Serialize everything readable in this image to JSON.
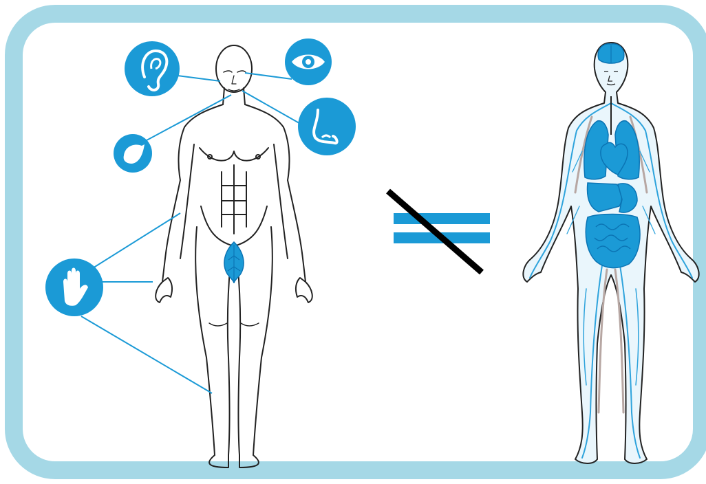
{
  "colors": {
    "frame": "#a5d8e6",
    "accent": "#1b9ad6",
    "accent_dark": "#0b74b4",
    "line": "#222222",
    "strike": "#000000",
    "vessel": "#2ea3dc",
    "muscle_vessel": "#b7a7a3"
  },
  "left_figure": {
    "sense_icons": [
      "ear-icon",
      "eye-icon",
      "tongue-icon",
      "nose-icon",
      "hand-icon"
    ]
  },
  "center": {
    "symbol": "not-equal-sign"
  },
  "right_figure": {
    "organs": [
      "brain",
      "lungs",
      "heart",
      "liver",
      "stomach",
      "intestines",
      "blood-vessels"
    ]
  }
}
